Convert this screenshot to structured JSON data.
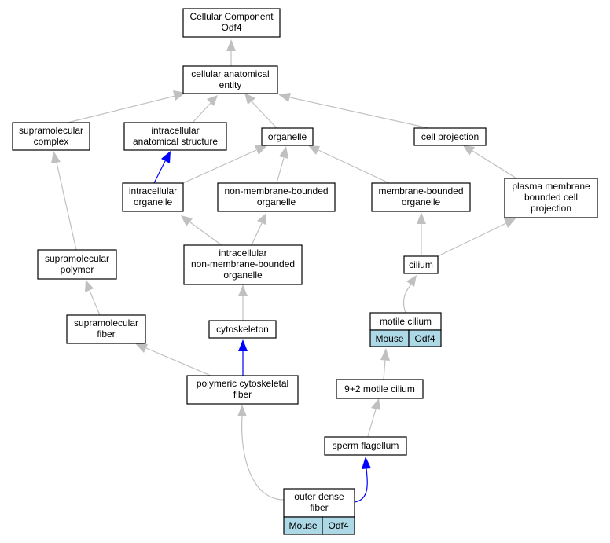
{
  "nodes": {
    "ccOdf4": [
      "Cellular Component",
      "Odf4"
    ],
    "cellularAnatomicalEntity": [
      "cellular anatomical",
      "entity"
    ],
    "supramolecularComplex": [
      "supramolecular",
      "complex"
    ],
    "intracellularAnatomicalStructure": [
      "intracellular",
      "anatomical structure"
    ],
    "organelle": [
      "organelle"
    ],
    "cellProjection": [
      "cell projection"
    ],
    "intracellularOrganelle": [
      "intracellular",
      "organelle"
    ],
    "nonMembraneBoundedOrganelle": [
      "non-membrane-bounded",
      "organelle"
    ],
    "membraneBoundedOrganelle": [
      "membrane-bounded",
      "organelle"
    ],
    "plasmaMembraneBoundedCellProjection": [
      "plasma membrane",
      "bounded cell",
      "projection"
    ],
    "supramolecularPolymer": [
      "supramolecular",
      "polymer"
    ],
    "intracellularNonMembraneBoundedOrganelle": [
      "intracellular",
      "non-membrane-bounded",
      "organelle"
    ],
    "cilium": [
      "cilium"
    ],
    "motileCilium": [
      "motile cilium"
    ],
    "supramolecularFiber": [
      "supramolecular",
      "fiber"
    ],
    "cytoskeleton": [
      "cytoskeleton"
    ],
    "polymericCytoskeletalFiber": [
      "polymeric cytoskeletal",
      "fiber"
    ],
    "ninePlusTwoMotileCilium": [
      "9+2 motile cilium"
    ],
    "spermFlagellum": [
      "sperm flagellum"
    ],
    "outerDenseFiber": [
      "outer dense",
      "fiber"
    ]
  },
  "badges": {
    "motileCilium": [
      "Mouse",
      "Odf4"
    ],
    "outerDenseFiber": [
      "Mouse",
      "Odf4"
    ]
  },
  "colors": {
    "edge": "#c0c0c0",
    "highlight_edge": "#0000ff",
    "badge_fill": "#add8e6"
  }
}
